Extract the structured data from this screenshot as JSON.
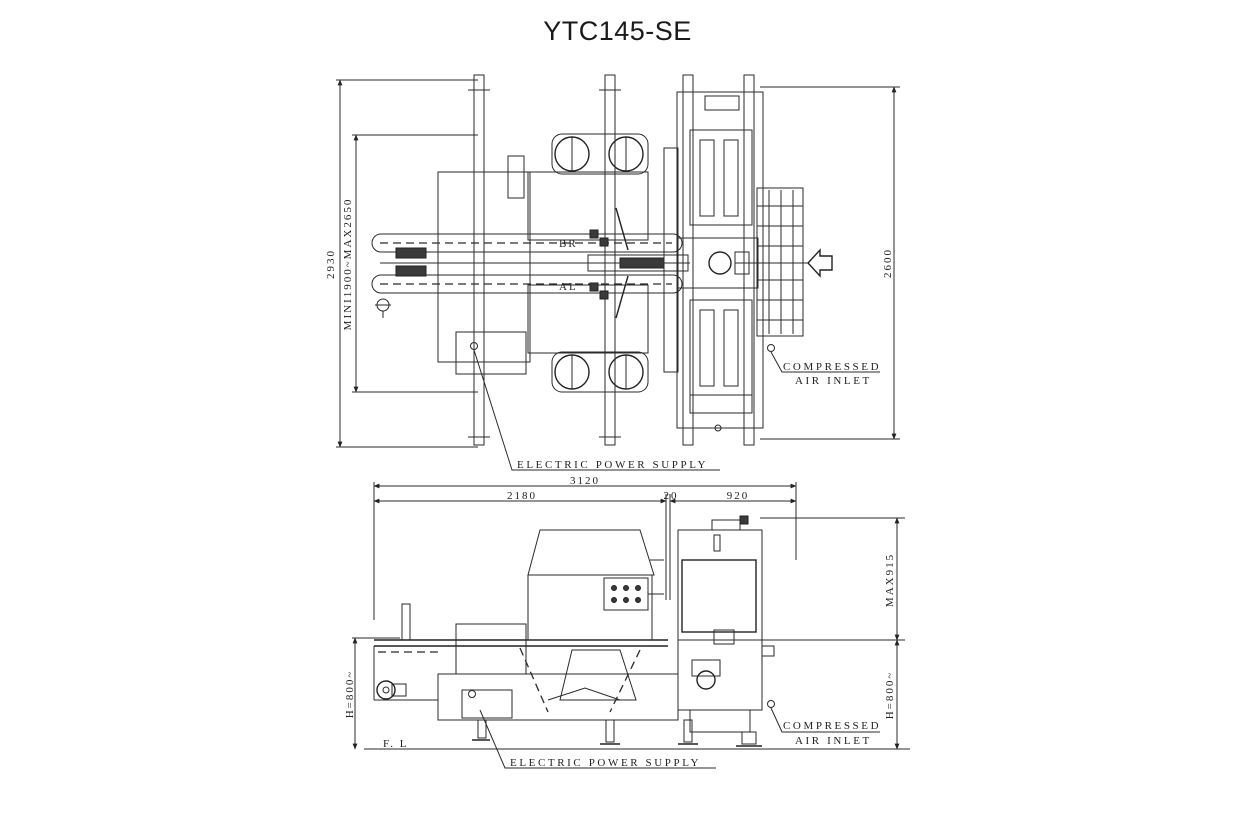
{
  "title": "YTC145-SE",
  "top_view": {
    "dimensions": {
      "overall_height": "2930",
      "adjustable_width": "MINI1900~MAX2650",
      "right_height": "2600"
    },
    "labels": {
      "br": "BR",
      "al": "AL",
      "compressed_air_line1": "COMPRESSED",
      "compressed_air_line2": "AIR INLET",
      "electric_power": "ELECTRIC POWER SUPPLY"
    }
  },
  "side_view": {
    "dimensions": {
      "overall_length": "3120",
      "left_length": "2180",
      "gap": "20",
      "right_length": "920",
      "max_height": "MAX915",
      "left_height": "H=800~",
      "right_height": "H=800~",
      "floor_level": "F. L"
    },
    "labels": {
      "compressed_air_line1": "COMPRESSED",
      "compressed_air_line2": "AIR INLET",
      "electric_power": "ELECTRIC POWER SUPPLY"
    }
  }
}
